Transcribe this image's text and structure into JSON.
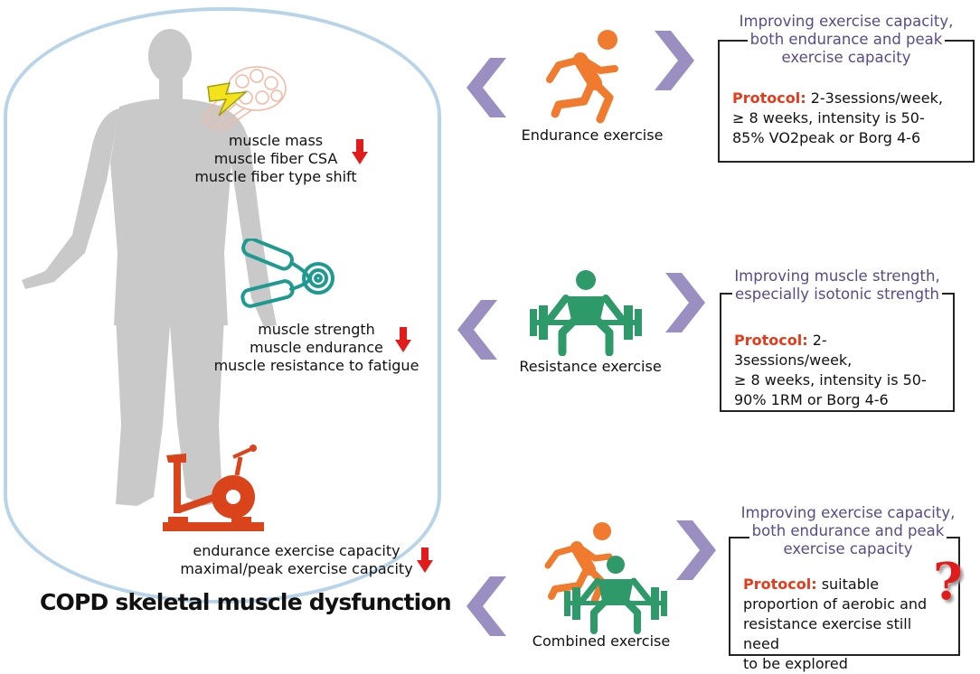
{
  "title": "COPD skeletal muscle dysfunction",
  "muscle_groups": [
    {
      "lines": [
        "muscle mass",
        "muscle fiber CSA",
        "muscle fiber type shift"
      ]
    },
    {
      "lines": [
        "muscle strength",
        "muscle  endurance",
        "muscle resistance to fatigue"
      ]
    },
    {
      "lines": [
        "endurance exercise capacity",
        "maximal/peak exercise capacity"
      ]
    }
  ],
  "exercises": [
    {
      "label": "Endurance exercise",
      "heading": [
        "Improving exercise capacity,",
        "both endurance and peak",
        "exercise capacity"
      ],
      "protocol_label": "Protocol:",
      "protocol_lines": [
        "2-3sessions/week,",
        "≥ 8 weeks, intensity is 50-",
        "85% VO2peak or Borg 4-6"
      ]
    },
    {
      "label": "Resistance exercise",
      "heading": [
        "Improving muscle strength,",
        "especially isotonic strength"
      ],
      "protocol_label": "Protocol:",
      "protocol_lines": [
        "2-3sessions/week,",
        "≥ 8 weeks, intensity is 50-",
        "90% 1RM or Borg 4-6"
      ]
    },
    {
      "label": "Combined exercise",
      "heading": [
        "Improving exercise capacity,",
        "both endurance and peak",
        "exercise capacity"
      ],
      "protocol_label": "Protocol:",
      "protocol_lines": [
        "suitable",
        "proportion of aerobic and",
        "resistance exercise still need",
        "to be explored"
      ],
      "question_mark": "?"
    }
  ],
  "colors": {
    "capsule_border": "#b8d4e8",
    "silhouette": "#c9c9c9",
    "runner": "#f07a2e",
    "lifter": "#2e9a6a",
    "bike": "#d9441a",
    "gripper": "#1e9a90",
    "chevron": "#9b8ec0",
    "heading": "#5a4a8a",
    "protocol": "#e8391a",
    "down_arrow": "#e21b1b"
  }
}
